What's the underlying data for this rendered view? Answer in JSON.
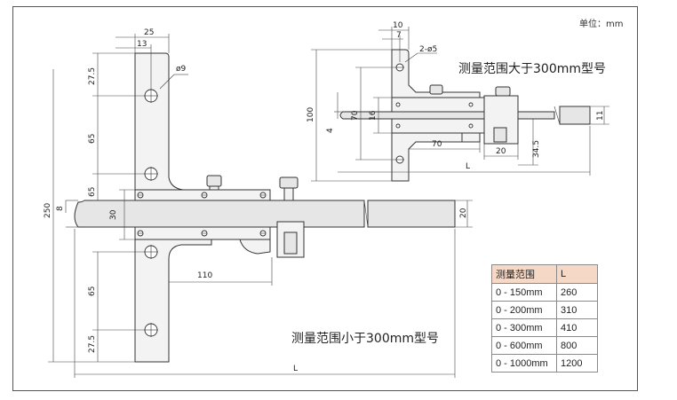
{
  "unit_label": "单位：mm",
  "caption_large": "测量范围大于300mm型号",
  "caption_small": "测量范围小于300mm型号",
  "dims": {
    "d25": "25",
    "d13": "13",
    "hole9": "ø9",
    "d27_5a": "27.5",
    "d65a": "65",
    "d65b": "65",
    "d8": "8",
    "d30": "30",
    "d250": "250",
    "d65c": "65",
    "d27_5b": "27.5",
    "d110": "110",
    "dL_bottom": "L",
    "d20_beam": "20",
    "t10": "10",
    "t7": "7",
    "t2d5": "2-ø5",
    "t100": "100",
    "t70a": "70",
    "t16": "16",
    "t4": "4",
    "t70b": "70",
    "t20": "20",
    "t34_5": "34.5",
    "t11": "11",
    "tL": "L"
  },
  "table": {
    "headers": [
      "测量范围",
      "L"
    ],
    "rows": [
      [
        "0 - 150mm",
        "260"
      ],
      [
        "0 - 200mm",
        "310"
      ],
      [
        "0 - 300mm",
        "410"
      ],
      [
        "0 - 600mm",
        "800"
      ],
      [
        "0 - 1000mm",
        "1200"
      ]
    ]
  }
}
